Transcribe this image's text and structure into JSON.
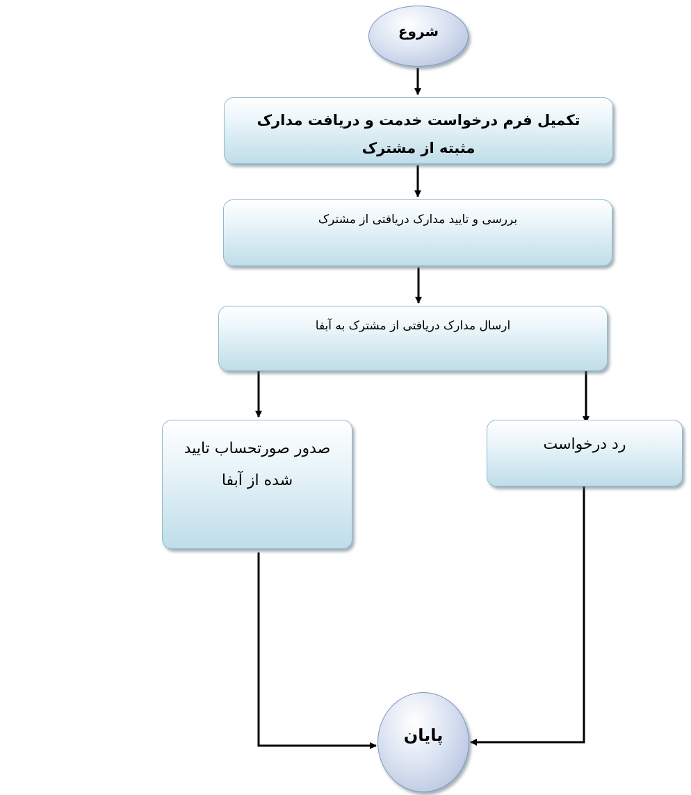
{
  "diagram": {
    "nodes": [
      {
        "id": "start",
        "shape": "oval",
        "label": "شروع"
      },
      {
        "id": "form",
        "shape": "rounded-rect",
        "label": "تکمیل فرم درخواست خدمت و دریافت مدارک مثبته از مشترک"
      },
      {
        "id": "review",
        "shape": "rounded-rect",
        "label": "بررسی و تایید مدارک دریافتی از مشترک"
      },
      {
        "id": "send",
        "shape": "rounded-rect",
        "label": "ارسال مدارک دریافتی از مشترک به آبفا"
      },
      {
        "id": "issue",
        "shape": "rounded-rect",
        "label": "صدور صورتحساب تایید شده از آبفا"
      },
      {
        "id": "reject",
        "shape": "rounded-rect",
        "label": "رد درخواست"
      },
      {
        "id": "end",
        "shape": "oval",
        "label": "پایان"
      }
    ],
    "edges": [
      {
        "from": "start",
        "to": "form"
      },
      {
        "from": "form",
        "to": "review"
      },
      {
        "from": "review",
        "to": "send"
      },
      {
        "from": "send",
        "to": "issue"
      },
      {
        "from": "send",
        "to": "reject"
      },
      {
        "from": "issue",
        "to": "end"
      },
      {
        "from": "reject",
        "to": "end"
      }
    ],
    "colors": {
      "box_fill_top": "#ffffff",
      "box_fill_bottom": "#bfdde9",
      "oval_fill": "#a7b8d8",
      "line": "#000000"
    }
  }
}
